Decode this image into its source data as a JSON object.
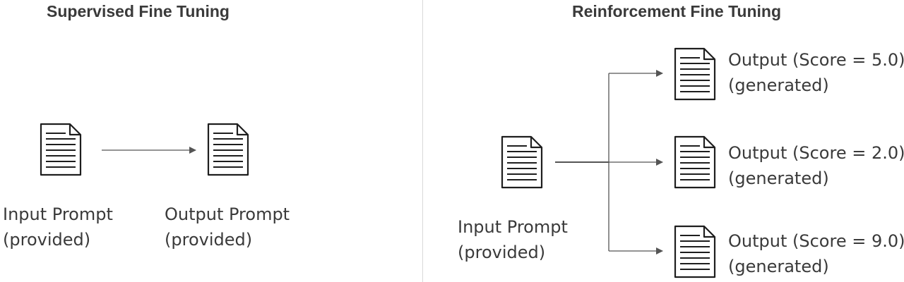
{
  "sft": {
    "title": "Supervised Fine Tuning",
    "input_line1": "Input Prompt",
    "input_line2": "(provided)",
    "output_line1": "Output Prompt",
    "output_line2": "(provided)"
  },
  "rft": {
    "title": "Reinforcement Fine Tuning",
    "input_line1": "Input Prompt",
    "input_line2": "(provided)",
    "outputs": [
      {
        "line1": "Output (Score = 5.0)",
        "line2": "(generated)"
      },
      {
        "line1": "Output (Score = 2.0)",
        "line2": "(generated)"
      },
      {
        "line1": "Output (Score = 9.0)",
        "line2": "(generated)"
      }
    ]
  },
  "icons": {
    "document": "document-icon"
  },
  "colors": {
    "line": "#555555",
    "text": "#3a3a3a",
    "divider": "#d8d8d8"
  }
}
